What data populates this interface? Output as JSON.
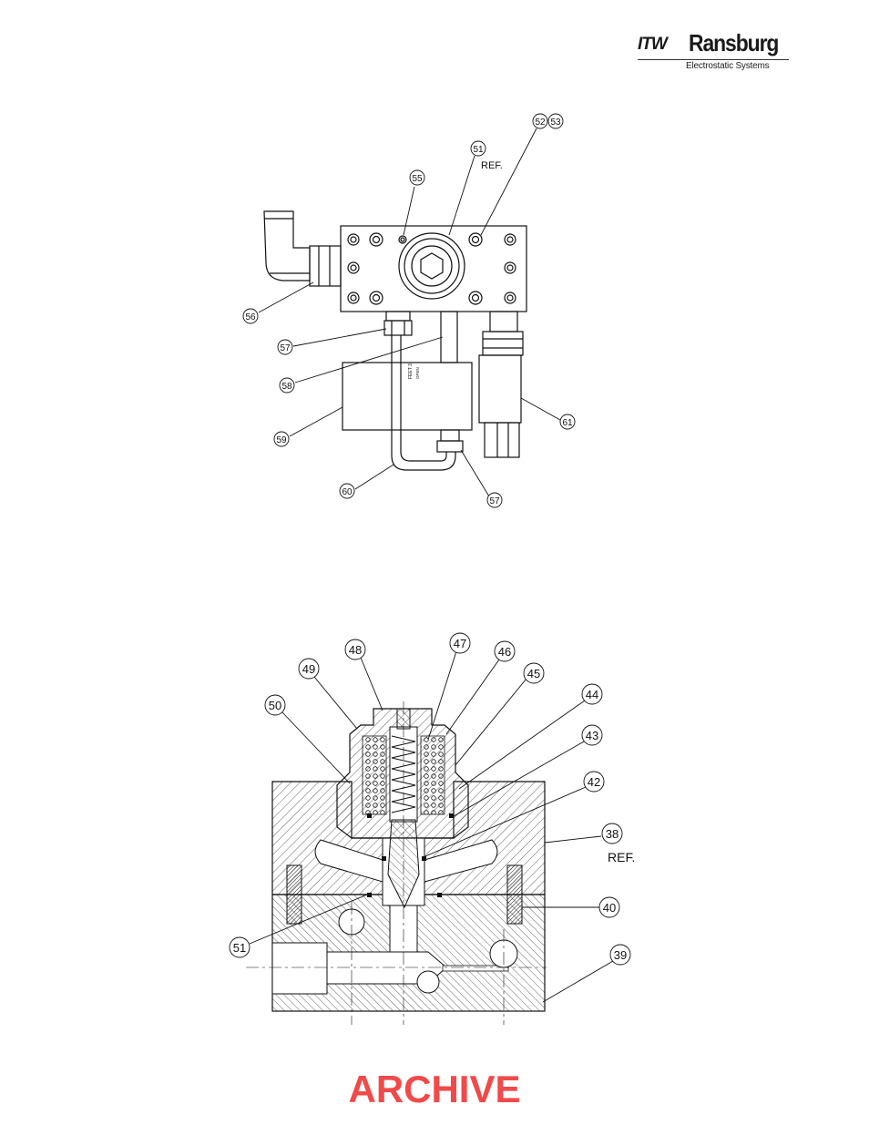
{
  "logo": {
    "brand_prefix": "ITW",
    "brand_name": "Ransburg",
    "tagline": "Electrostatic Systems"
  },
  "top_view": {
    "ref_label": "REF.",
    "body_text": [
      "FEET 3",
      "OPEN"
    ],
    "callouts": [
      "52",
      "53",
      "51",
      "55",
      "56",
      "57",
      "58",
      "59",
      "60",
      "57",
      "61"
    ]
  },
  "section_view": {
    "ref_label": "REF.",
    "callouts": [
      "48",
      "47",
      "46",
      "49",
      "45",
      "50",
      "44",
      "43",
      "42",
      "38",
      "40",
      "51",
      "39"
    ]
  },
  "watermark": "ARCHIVE",
  "colors": {
    "watermark": "#f04a4a",
    "line": "#111111"
  }
}
